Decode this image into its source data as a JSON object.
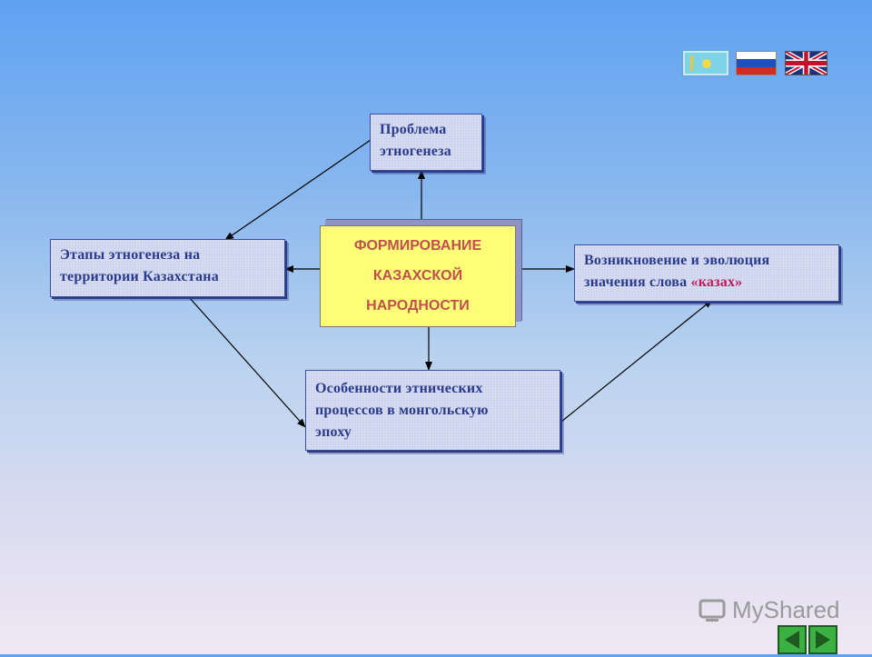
{
  "diagram": {
    "center": {
      "line1": "ФОРМИРОВАНИЕ",
      "line2": "КАЗАХСКОЙ",
      "line3": "НАРОДНОСТИ"
    },
    "top_box": {
      "line1": "Проблема",
      "line2": "этногенеза"
    },
    "left_box": {
      "line1": "Этапы этногенеза на",
      "line2": "территории Казахстана"
    },
    "right_box": {
      "line1": "Возникновение и эволюция",
      "line2_prefix": "значения слова ",
      "line2_highlight": "«казах»"
    },
    "bottom_box": {
      "line1": "Особенности этнических",
      "line2": "процессов в монгольскую",
      "line3": "эпоху"
    }
  },
  "language_flags": [
    {
      "icon": "kazakhstan-flag-icon",
      "selected": true
    },
    {
      "icon": "russia-flag-icon",
      "selected": false
    },
    {
      "icon": "uk-flag-icon",
      "selected": false
    }
  ],
  "watermark": {
    "text": "MyShared"
  },
  "colors": {
    "box_text": "#2a3a8f",
    "center_text": "#c0504d",
    "center_fill": "#ffff77",
    "highlight": "#c2185b"
  }
}
